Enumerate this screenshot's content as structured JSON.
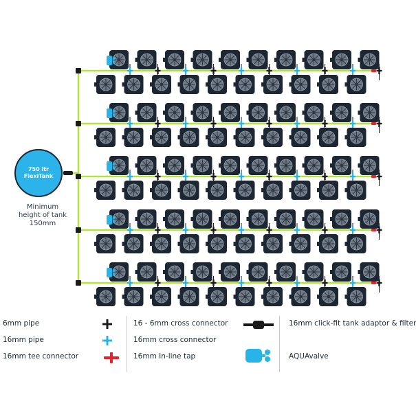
{
  "tank": {
    "line1": "750 ltr",
    "line2": "FlexiTank"
  },
  "min_height": {
    "line1": "Minimum",
    "line2": "height of tank",
    "line3": "150mm"
  },
  "layout": {
    "rows": 5,
    "pots_per_lane": 10
  },
  "colors": {
    "pot": "#1c2733",
    "pot_grille": "#6f7a86",
    "pipe_6mm": "#1b1b1b",
    "pipe_16mm": "#b4e23f",
    "cross_16mm": "#28b4e6",
    "tap": "#e3262b",
    "tank": "#2bb3ea",
    "aquavalve": "#28b4e6"
  },
  "legend": [
    {
      "label": "6mm pipe",
      "symbol": "black-line-icon"
    },
    {
      "label": "16mm pipe",
      "symbol": "green-line-icon"
    },
    {
      "label": "16mm tee connector",
      "symbol": "tee-connector-icon"
    },
    {
      "label": "16 - 6mm cross connector",
      "symbol": "black-cross-icon"
    },
    {
      "label": "16mm cross connector",
      "symbol": "blue-cross-icon"
    },
    {
      "label": "16mm In-line tap",
      "symbol": "red-tap-icon"
    },
    {
      "label": "16mm click-fit tank adaptor & filter",
      "symbol": "tank-adaptor-icon"
    },
    {
      "label": "AQUAvalve",
      "symbol": "aquavalve-icon"
    }
  ]
}
